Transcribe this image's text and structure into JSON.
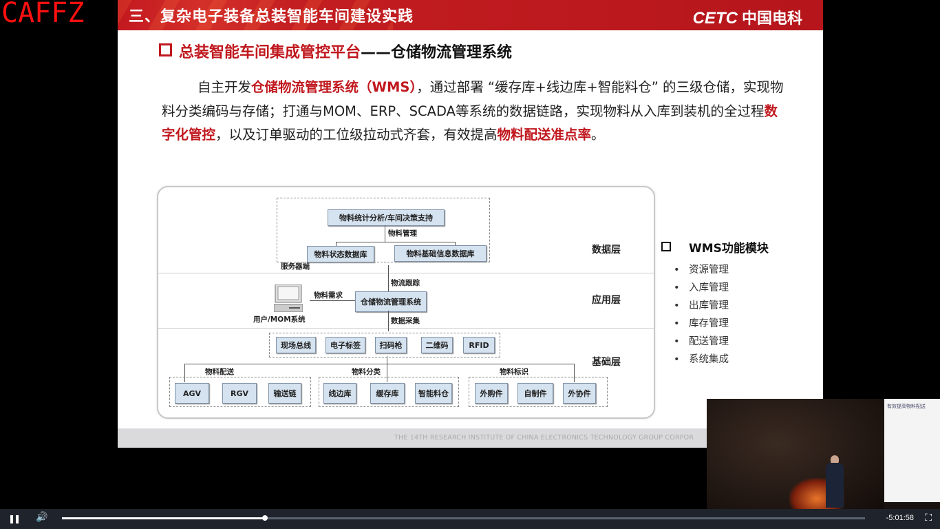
{
  "watermark": "CAFFZ",
  "slide": {
    "header_title": "三、复杂电子装备总装智能车间建设实践",
    "logo_cetc": "CETC",
    "logo_cn": "中国电科",
    "subtitle_red": "总装智能车间集成管控平台",
    "subtitle_dark": "——仓储物流管理系统",
    "paragraph": {
      "p1": "自主开发",
      "h1": "仓储物流管理系统（WMS）",
      "p2": "，通过部署 “缓存库+线边库+智能料仓” 的三级仓储，实现物料分类编码与存储；打通与MOM、ERP、SCADA等系统的数据链路，实现物料从入库到装机的全过程",
      "h2": "数字化管控",
      "p3": "，以及订单驱动的工位级拉动式齐套，有效提高",
      "h3": "物料配送准点率",
      "p4": "。"
    },
    "diagram": {
      "layers": {
        "data": "数据层",
        "application": "应用层",
        "base": "基础层"
      },
      "server_label": "服务器端",
      "top_box": "物料统计分析/车间决策支持",
      "material_mgmt": "物料管理",
      "db_status": "物料状态数据库",
      "db_basic": "物料基础信息数据库",
      "logistics_tracking": "物流跟踪",
      "wms_box": "仓储物流管理系统",
      "material_demand": "物料需求",
      "user_label": "用户/MOM系统",
      "data_collection": "数据采集",
      "collection_devices": [
        "现场总线",
        "电子标签",
        "扫码枪",
        "二维码",
        "RFID"
      ],
      "groups": [
        {
          "label": "物料配送",
          "items": [
            "AGV",
            "RGV",
            "输送链"
          ]
        },
        {
          "label": "物料分类",
          "items": [
            "线边库",
            "缓存库",
            "智能料仓"
          ]
        },
        {
          "label": "物料标识",
          "items": [
            "外购件",
            "自制件",
            "外协件"
          ]
        }
      ]
    },
    "side_panel": {
      "title": "WMS功能模块",
      "items": [
        "资源管理",
        "入库管理",
        "出库管理",
        "库存管理",
        "配送管理",
        "系统集成"
      ]
    },
    "footer": "THE 14TH RESEARCH INSTITUTE OF CHINA ELECTRONICS TECHNOLOGY GROUP CORPOR"
  },
  "pip": {
    "screen_title": "有效提高物料配送"
  },
  "player": {
    "play_state": "pause",
    "pause_icon": "❚❚",
    "volume_icon": "🔊",
    "fullscreen_icon": "⛶",
    "progress_percent": 25.3,
    "time_remaining": "-5:01:58"
  }
}
